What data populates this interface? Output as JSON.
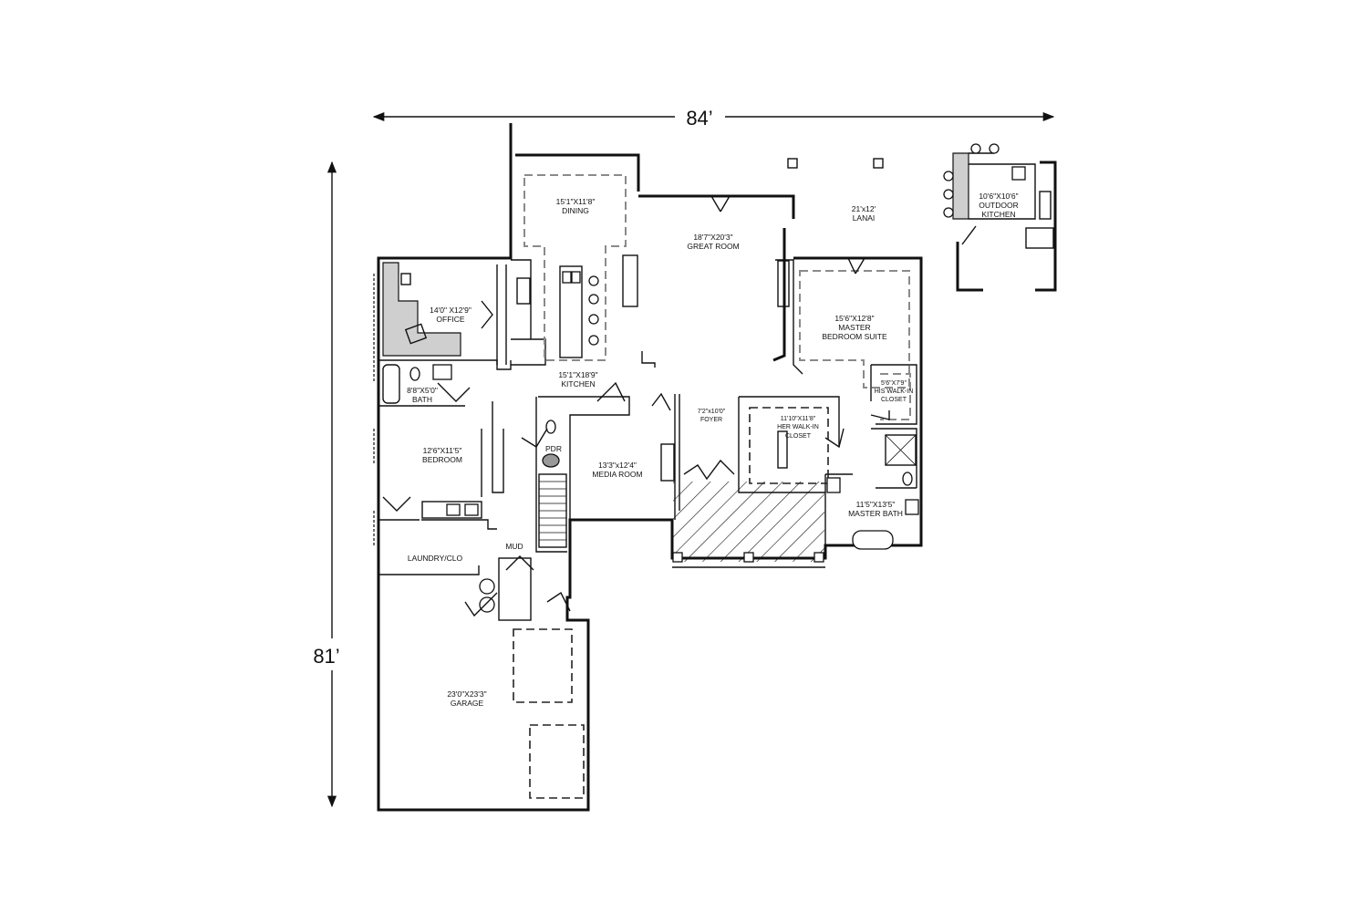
{
  "overall": {
    "width_label": "84’",
    "depth_label": "81’"
  },
  "rooms": {
    "dining": {
      "dims": "15'1\"X11'8\"",
      "name": "DINING"
    },
    "great_room": {
      "dims": "18'7\"X20'3\"",
      "name": "GREAT ROOM"
    },
    "lanai": {
      "dims": "21'x12'",
      "name": "LANAI"
    },
    "outdoor_kitchen": {
      "dims": "10'6\"X10'6\"",
      "name_line1": "OUTDOOR",
      "name_line2": "KITCHEN"
    },
    "office": {
      "dims": "14'0\" X12'9\"",
      "name": "OFFICE"
    },
    "master_bedroom": {
      "dims": "15'6\"X12'8\"",
      "name_line1": "MASTER",
      "name_line2": "BEDROOM SUITE"
    },
    "kitchen": {
      "dims": "15'1\"X18'9\"",
      "name": "KITCHEN"
    },
    "bath": {
      "dims": "8'8\"X5'0\"",
      "name": "BATH"
    },
    "his_closet": {
      "dims": "5'6\"X7'9\"",
      "name_line1": "HIS WALK-IN",
      "name_line2": "CLOSET"
    },
    "foyer": {
      "dims": "7'2\"x10'0\"",
      "name": "FOYER"
    },
    "her_closet": {
      "dims": "11'10\"X11'8\"",
      "name_line1": "HER WALK-IN",
      "name_line2": "CLOSET"
    },
    "bedroom": {
      "dims": "12'6\"X11'5\"",
      "name": "BEDROOM"
    },
    "pdr": {
      "name": "PDR"
    },
    "media_room": {
      "dims": "13'3\"x12'4\"",
      "name": "MEDIA ROOM"
    },
    "master_bath": {
      "dims": "11'5\"X13'5\"",
      "name": "MASTER BATH"
    },
    "laundry": {
      "name": "LAUNDRY/CLO"
    },
    "mud": {
      "name": "MUD"
    },
    "garage": {
      "dims": "23'0\"X23'3\"",
      "name": "GARAGE"
    }
  }
}
